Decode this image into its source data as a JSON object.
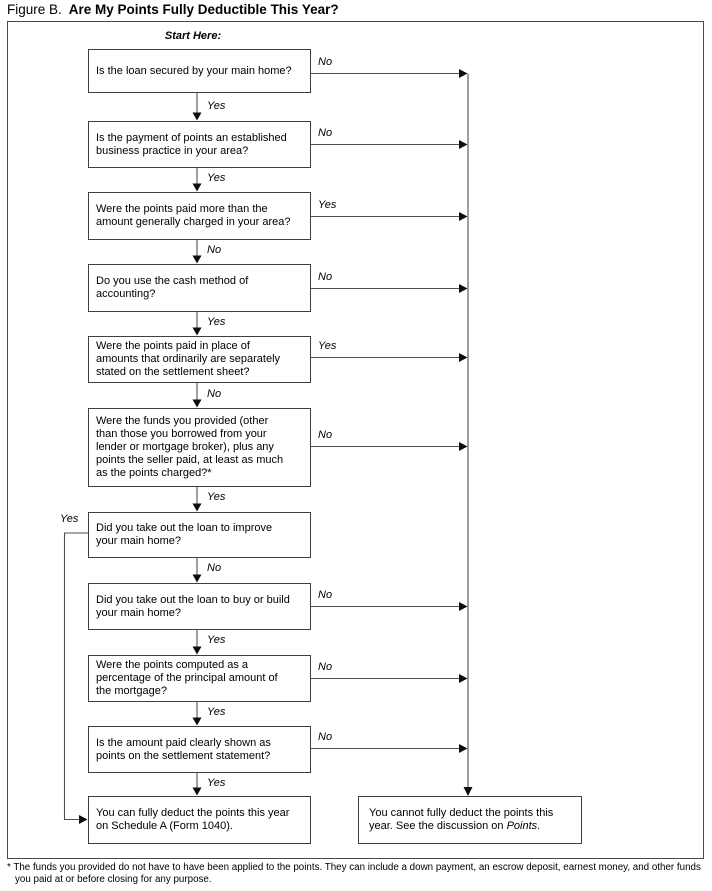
{
  "title": {
    "figure_label": "Figure B.",
    "heading": "Are My Points Fully Deductible This Year?"
  },
  "start_here_label": "Start Here:",
  "questions": [
    {
      "text": "Is the loan secured by your main home?"
    },
    {
      "text": "Is the payment of points an established business practice in your area?"
    },
    {
      "text": "Were the points paid more than the amount generally charged in your area?"
    },
    {
      "text": "Do you use the cash method of accounting?"
    },
    {
      "text": "Were the points paid in place of amounts that ordinarily are separately stated on the settlement sheet?"
    },
    {
      "text": "Were the funds you provided (other than those you borrowed from your lender or mortgage broker), plus any points the seller paid, at least as much as the points charged?*"
    },
    {
      "text": "Did you take out the loan to improve your main home?"
    },
    {
      "text": "Did you take out the loan to buy or build your main home?"
    },
    {
      "text": "Were the points computed as a percentage of the principal amount of the mortgage?"
    },
    {
      "text": "Is the amount paid clearly shown as points on the settlement statement?"
    }
  ],
  "outcomes": {
    "deduct": {
      "text": "You can fully deduct the points this year on Schedule A (Form 1040)."
    },
    "no_deduct": {
      "prefix": "You cannot fully deduct the points this year. See the discussion on ",
      "italic_term": "Points",
      "suffix": "."
    }
  },
  "branch_labels": {
    "right": [
      "No",
      "No",
      "Yes",
      "No",
      "Yes",
      "No",
      "No",
      "No",
      "No"
    ],
    "down": [
      "Yes",
      "Yes",
      "No",
      "Yes",
      "No",
      "Yes",
      "No",
      "Yes",
      "Yes",
      "Yes"
    ],
    "left": "Yes"
  },
  "footnote": "* The funds you provided do not have to have been applied to the points. They can include a down payment, an escrow deposit, earnest money, and other funds you paid at or before closing for any purpose."
}
